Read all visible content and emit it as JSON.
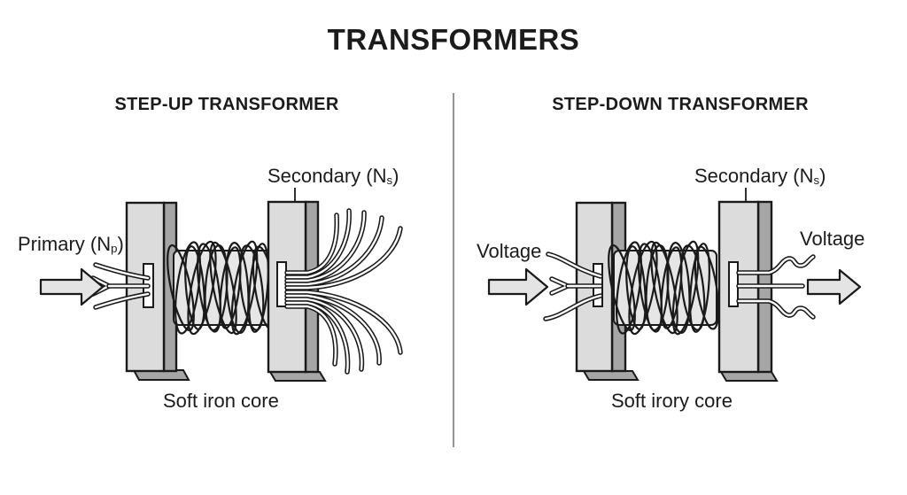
{
  "page": {
    "title": "TRANSFORMERS"
  },
  "step_up": {
    "heading": "STEP-UP TRANSFORMER",
    "primary_label": {
      "text": "Primary (N",
      "sub": "p",
      "close": ")"
    },
    "secondary_label": {
      "text": "Secondary (N",
      "sub": "s",
      "close": ")"
    },
    "core_label": "Soft iron core"
  },
  "step_down": {
    "heading": "STEP-DOWN TRANSFORMER",
    "input_label": "Voltage",
    "output_label": "Voltage",
    "secondary_label": {
      "text": "Secondary (N",
      "sub": "s",
      "close": ")"
    },
    "core_label": "Soft irory core"
  },
  "icons": {
    "input_arrow": "block-arrow-right",
    "output_arrow": "block-arrow-right"
  },
  "colors": {
    "background": "#ffffff",
    "text": "#1b1b1b",
    "outline": "#1a1a1a",
    "plate_face": "#dcdcdc",
    "plate_side": "#a6a6a6",
    "coil_body": "#e6e6e6",
    "arrow_fill": "#e4e4e4",
    "divider": "#949494"
  }
}
